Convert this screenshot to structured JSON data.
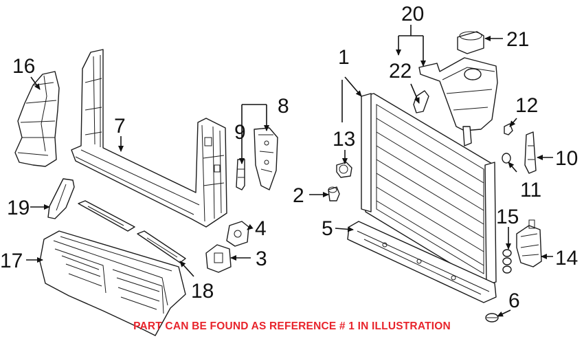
{
  "callouts": [
    {
      "id": "1",
      "label": "1"
    },
    {
      "id": "2",
      "label": "2"
    },
    {
      "id": "3",
      "label": "3"
    },
    {
      "id": "4",
      "label": "4"
    },
    {
      "id": "5",
      "label": "5"
    },
    {
      "id": "6",
      "label": "6"
    },
    {
      "id": "7",
      "label": "7"
    },
    {
      "id": "8",
      "label": "8"
    },
    {
      "id": "9",
      "label": "9"
    },
    {
      "id": "10",
      "label": "10"
    },
    {
      "id": "11",
      "label": "11"
    },
    {
      "id": "12",
      "label": "12"
    },
    {
      "id": "13",
      "label": "13"
    },
    {
      "id": "14",
      "label": "14"
    },
    {
      "id": "15",
      "label": "15"
    },
    {
      "id": "16",
      "label": "16"
    },
    {
      "id": "17",
      "label": "17"
    },
    {
      "id": "18",
      "label": "18"
    },
    {
      "id": "19",
      "label": "19"
    },
    {
      "id": "20",
      "label": "20"
    },
    {
      "id": "21",
      "label": "21"
    },
    {
      "id": "22",
      "label": "22"
    }
  ],
  "note": {
    "text": "PART CAN BE FOUND AS REFERENCE # 1 IN ILLUSTRATION",
    "color": "#e8242c"
  },
  "colors": {
    "ink": "#1a1a1a",
    "background": "#ffffff"
  }
}
